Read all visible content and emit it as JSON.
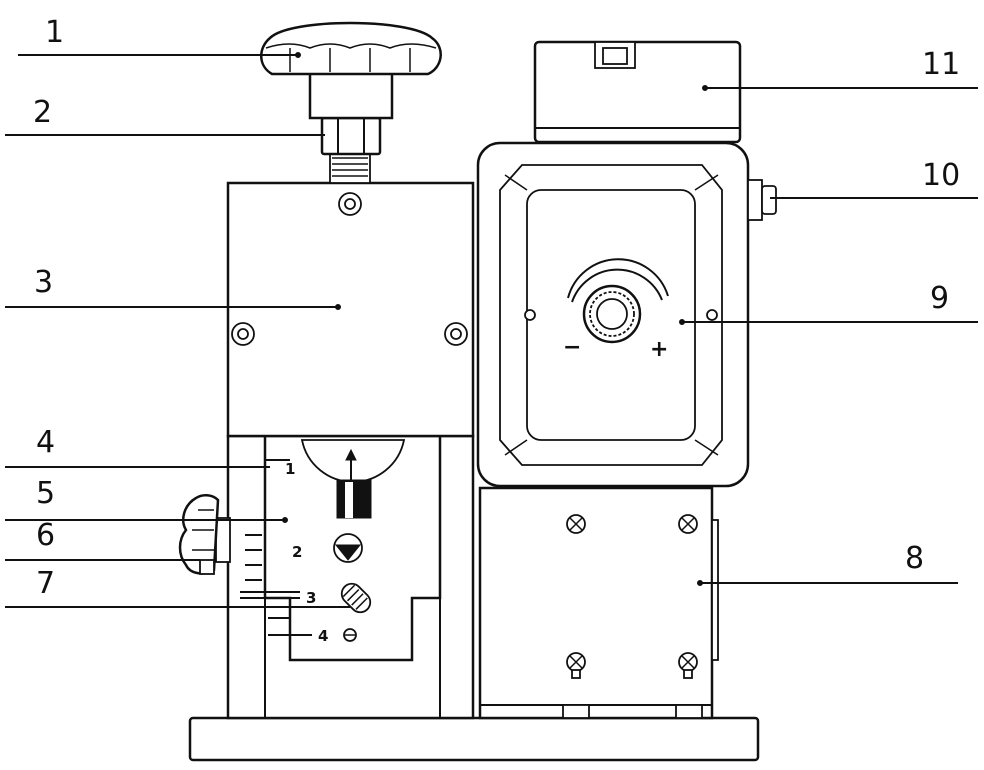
{
  "diagram": {
    "callouts": [
      {
        "id": "1",
        "label": "1"
      },
      {
        "id": "2",
        "label": "2"
      },
      {
        "id": "3",
        "label": "3"
      },
      {
        "id": "4",
        "label": "4"
      },
      {
        "id": "5",
        "label": "5"
      },
      {
        "id": "6",
        "label": "6"
      },
      {
        "id": "7",
        "label": "7"
      },
      {
        "id": "8",
        "label": "8"
      },
      {
        "id": "9",
        "label": "9"
      },
      {
        "id": "10",
        "label": "10"
      },
      {
        "id": "11",
        "label": "11"
      }
    ],
    "scale_marks": [
      "1",
      "2",
      "3",
      "4"
    ],
    "dial": {
      "minus": "−",
      "plus": "+"
    },
    "colors": {
      "line": "#111111",
      "background": "#ffffff"
    }
  }
}
